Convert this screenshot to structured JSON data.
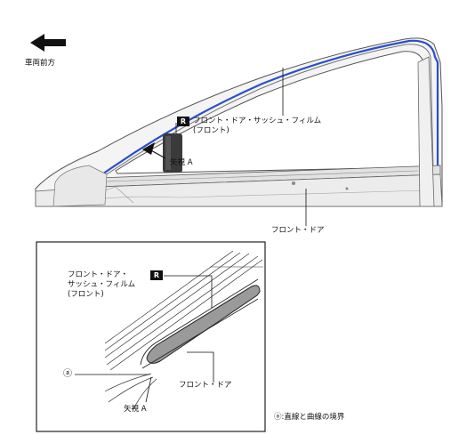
{
  "direction_label": "車両前方",
  "top_figure": {
    "film_label": "フロント・ドア・サッシュ・フィルム",
    "film_label_sub": "(フロント)",
    "badge": "R",
    "view_label": "矢視 A",
    "door_label": "フロント・ドア"
  },
  "detail_figure": {
    "film_label_line1": "フロント・ドア・",
    "film_label_line2": "サッシュ・フィルム",
    "film_label_line3": "(フロント)",
    "badge": "R",
    "marker": "ⓐ",
    "door_label": "フロント・ドア",
    "view_label": "矢視 A"
  },
  "legend": {
    "text": "ⓐ:直線と曲線の境界"
  },
  "colors": {
    "film_line": "#2a4fc9",
    "ink": "#111111",
    "film_fill": "#9a9a9a"
  }
}
